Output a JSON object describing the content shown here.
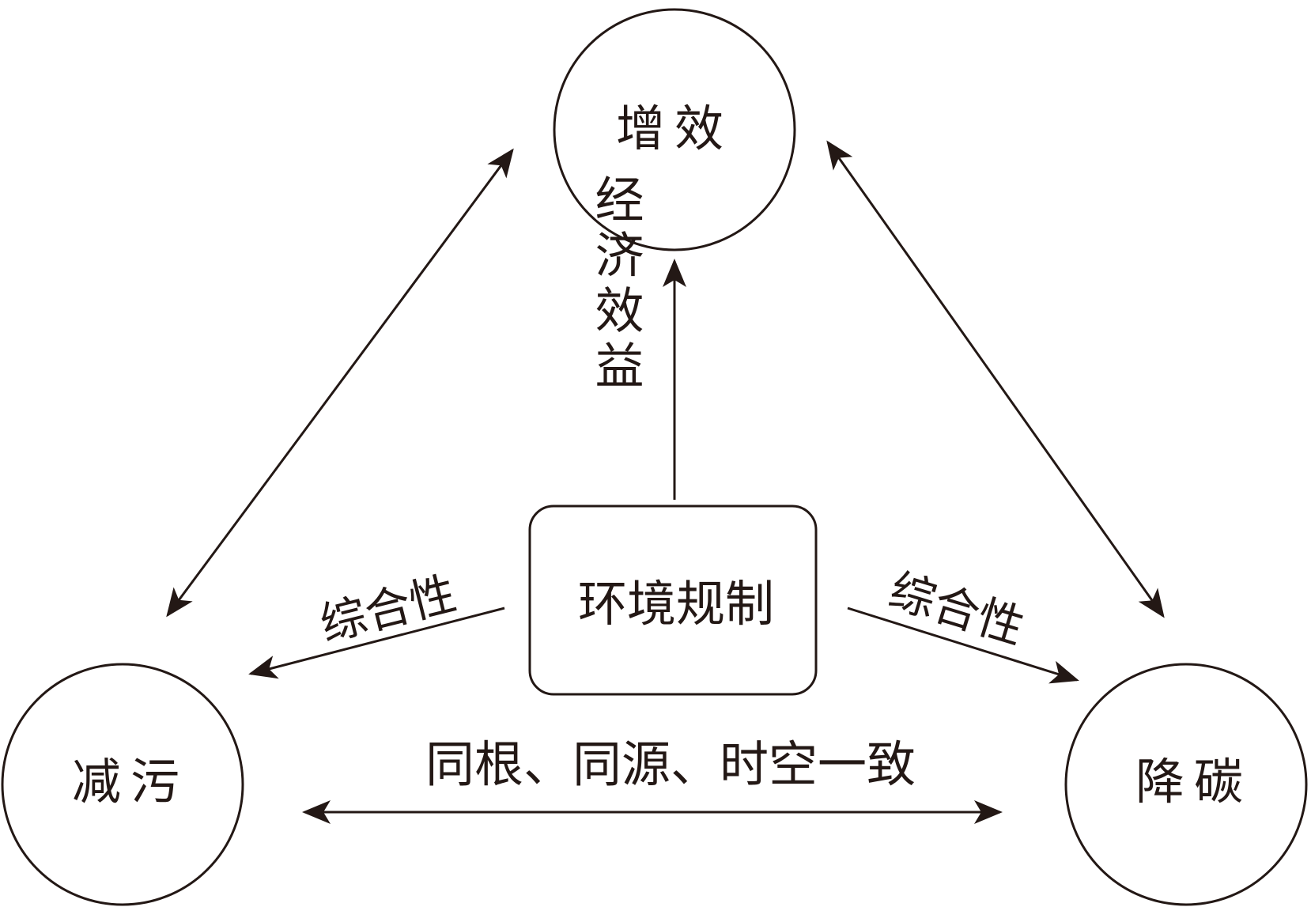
{
  "nodes": {
    "top": "增效",
    "left": "减污",
    "right": "降碳",
    "center": "环境规制"
  },
  "edges": {
    "center_to_top": "经济效益",
    "center_to_left": "综合性",
    "center_to_right": "综合性",
    "left_to_right": "同根、同源、时空一致"
  },
  "colors": {
    "ink": "#231815",
    "background": "#ffffff"
  }
}
